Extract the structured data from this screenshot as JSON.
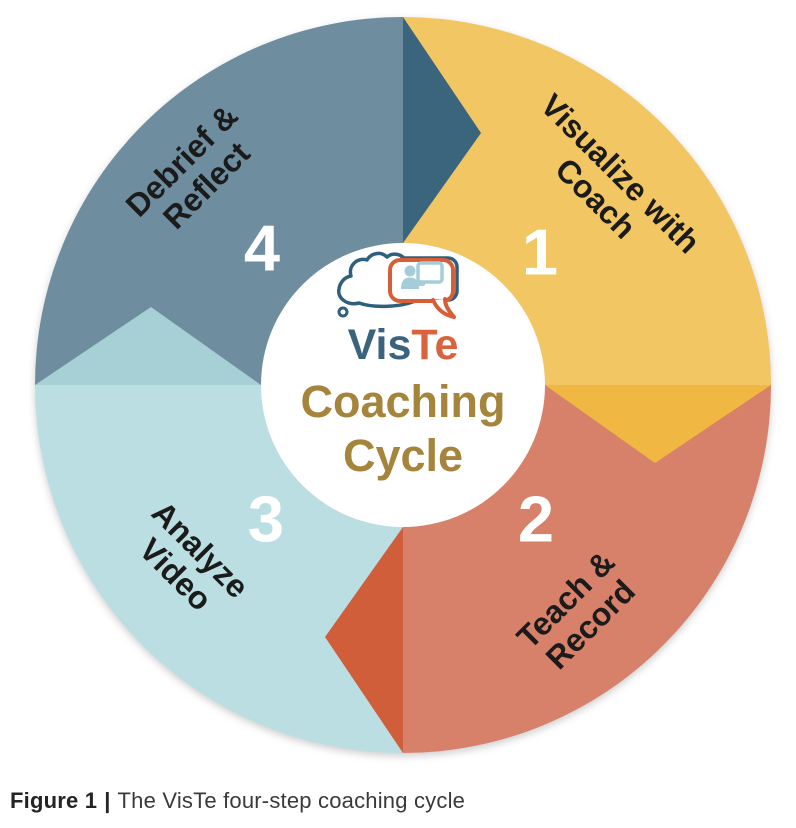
{
  "figure_caption": {
    "label": "Figure 1",
    "separator": "|",
    "text": "The VisTe four-step coaching cycle"
  },
  "center": {
    "brand": {
      "part1": "Vis",
      "part2": "Te",
      "part1_color": "#3a637e",
      "part2_color": "#d9633c"
    },
    "title_line1": "Coaching",
    "title_line2": "Cycle",
    "title_color": "#a5843c"
  },
  "steps": [
    {
      "number": "1",
      "label_line1": "Visualize with",
      "label_line2": "Coach",
      "position": "top-right",
      "color": "#f1c663",
      "arrow_color": "#f0b843"
    },
    {
      "number": "2",
      "label_line1": "Teach &",
      "label_line2": "Record",
      "position": "bottom-right",
      "color": "#d7806a",
      "arrow_color": "#d15e3a"
    },
    {
      "number": "3",
      "label_line1": "Analyze",
      "label_line2": "Video",
      "position": "bottom-left",
      "color": "#bbdee2",
      "arrow_color": "#a7cfd6"
    },
    {
      "number": "4",
      "label_line1": "Debrief &",
      "label_line2": "Reflect",
      "position": "top-left",
      "color": "#6e8d9e",
      "arrow_color": "#3b657d"
    }
  ],
  "style": {
    "number_color": "#ffffff",
    "label_color": "#1b1b1b",
    "inner_circle_color": "#ffffff",
    "icon_cloud_color": "#2e5f7c",
    "icon_bubble_color": "#d65f38",
    "icon_person_color": "#a5cdd9"
  }
}
